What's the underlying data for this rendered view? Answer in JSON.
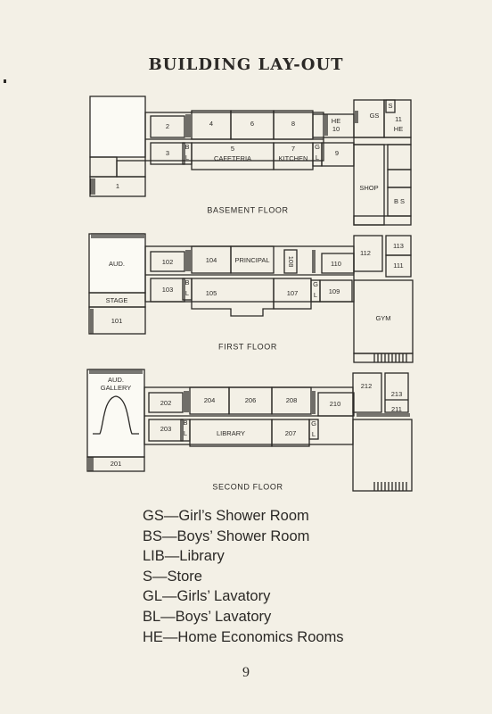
{
  "title": "BUILDING LAY-OUT",
  "floors": {
    "basement": {
      "label": "BASEMENT FLOOR",
      "rooms": [
        "2",
        "4",
        "6",
        "8",
        "HE",
        "10",
        "GS",
        "S",
        "11",
        "HE",
        "3",
        "B",
        "L",
        "5",
        "CAFETERIA",
        "7",
        "KITCHEN",
        "G",
        "L",
        "9",
        "1",
        "SHOP",
        "B S"
      ]
    },
    "first": {
      "label": "FIRST FLOOR",
      "rooms": [
        "AUD.",
        "102",
        "104",
        "PRINCIPAL",
        "108",
        "110",
        "112",
        "113",
        "111",
        "103",
        "B",
        "L",
        "105",
        "107",
        "G",
        "L",
        "109",
        "STAGE",
        "101",
        "GYM"
      ]
    },
    "second": {
      "label": "SECOND FLOOR",
      "rooms": [
        "AUD.",
        "GALLERY",
        "202",
        "204",
        "206",
        "208",
        "210",
        "212",
        "213",
        "211",
        "203",
        "B",
        "L",
        "LIBRARY",
        "207",
        "G",
        "L",
        "201"
      ]
    }
  },
  "legend": [
    "GS—Girl’s Shower Room",
    "BS—Boys’ Shower Room",
    "LIB—Library",
    "S—Store",
    "GL—Girls’ Lavatory",
    "BL—Boys’ Lavatory",
    "HE—Home Economics Rooms"
  ],
  "page_number": "9"
}
